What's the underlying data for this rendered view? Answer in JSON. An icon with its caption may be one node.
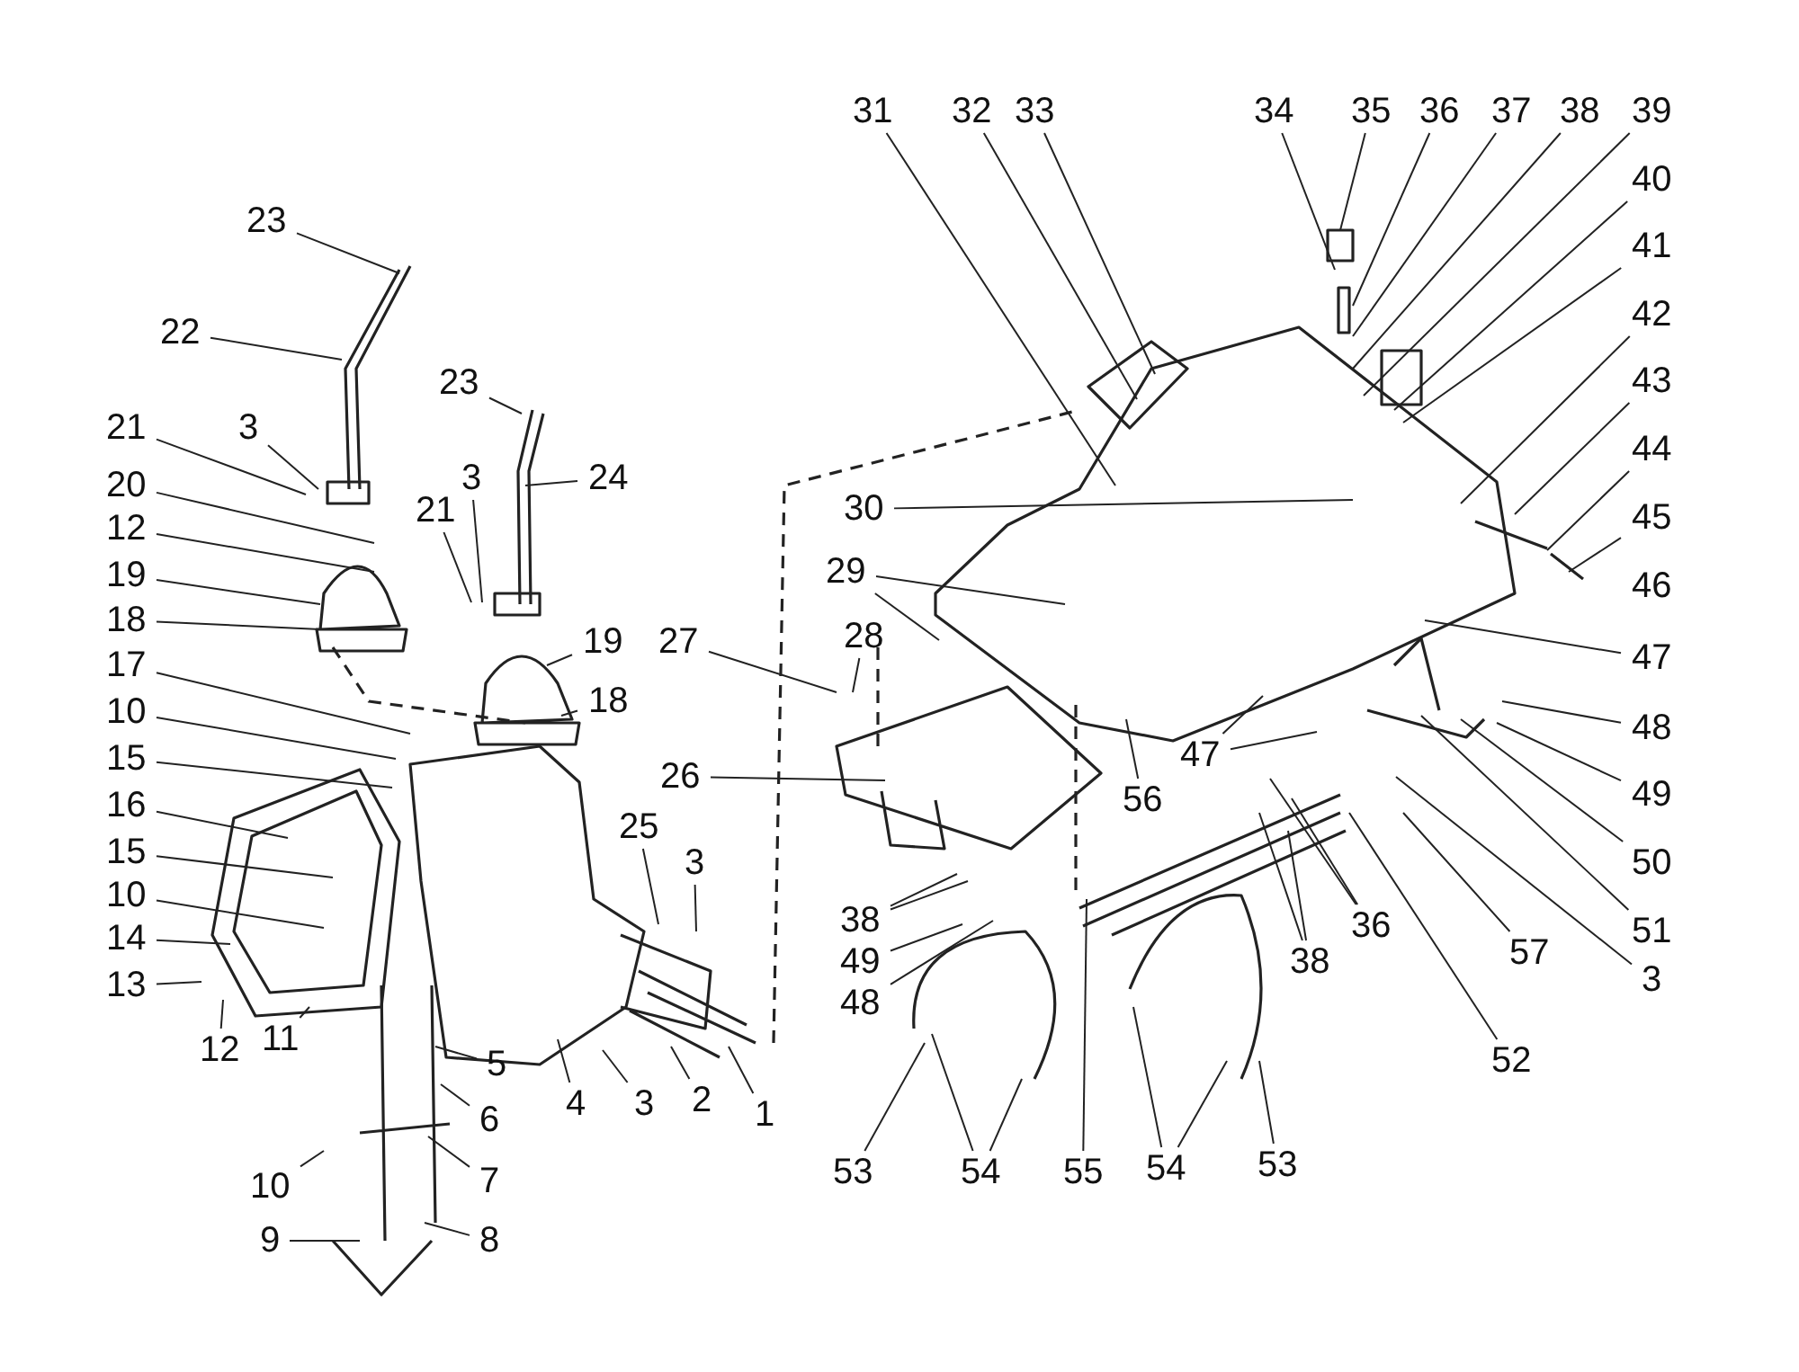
{
  "diagram": {
    "nodes": [
      {
        "text": [
          "23"
        ]
      },
      {
        "text": [
          "22"
        ]
      },
      {
        "text": [
          "3"
        ]
      },
      {
        "text": [
          "21"
        ]
      },
      {
        "text": [
          "20"
        ]
      },
      {
        "text": [
          "12"
        ]
      },
      {
        "text": [
          "19"
        ]
      },
      {
        "text": [
          "18"
        ]
      },
      {
        "text": [
          "17"
        ]
      },
      {
        "text": [
          "10"
        ]
      },
      {
        "text": [
          "15"
        ]
      },
      {
        "text": [
          "16"
        ]
      },
      {
        "text": [
          "15"
        ]
      },
      {
        "text": [
          "10"
        ]
      },
      {
        "text": [
          "14"
        ]
      },
      {
        "text": [
          "13"
        ]
      },
      {
        "text": [
          "12"
        ]
      },
      {
        "text": [
          "11"
        ]
      },
      {
        "text": [
          "23"
        ]
      },
      {
        "text": [
          "24"
        ]
      },
      {
        "text": [
          "3"
        ]
      },
      {
        "text": [
          "21"
        ]
      },
      {
        "text": [
          "19"
        ]
      },
      {
        "text": [
          "18"
        ]
      },
      {
        "text": [
          "27"
        ]
      },
      {
        "text": [
          "29"
        ]
      },
      {
        "text": [
          "28"
        ]
      },
      {
        "text": [
          "26"
        ]
      },
      {
        "text": [
          "25"
        ]
      },
      {
        "text": [
          "3"
        ]
      },
      {
        "text": [
          "4"
        ]
      },
      {
        "text": [
          "3"
        ]
      },
      {
        "text": [
          "2"
        ]
      },
      {
        "text": [
          "1"
        ]
      },
      {
        "text": [
          "5"
        ]
      },
      {
        "text": [
          "6"
        ]
      },
      {
        "text": [
          "7"
        ]
      },
      {
        "text": [
          "8"
        ]
      },
      {
        "text": [
          "10"
        ]
      },
      {
        "text": [
          "9"
        ]
      },
      {
        "text": [
          "31"
        ]
      },
      {
        "text": [
          "32"
        ]
      },
      {
        "text": [
          "33"
        ]
      },
      {
        "text": [
          "34"
        ]
      },
      {
        "text": [
          "35"
        ]
      },
      {
        "text": [
          "36"
        ]
      },
      {
        "text": [
          "37"
        ]
      },
      {
        "text": [
          "38"
        ]
      },
      {
        "text": [
          "39"
        ]
      },
      {
        "text": [
          "40"
        ]
      },
      {
        "text": [
          "41"
        ]
      },
      {
        "text": [
          "42"
        ]
      },
      {
        "text": [
          "43"
        ]
      },
      {
        "text": [
          "44"
        ]
      },
      {
        "text": [
          "45"
        ]
      },
      {
        "text": [
          "30"
        ]
      },
      {
        "text": [
          "47"
        ]
      },
      {
        "text": [
          "48"
        ]
      },
      {
        "text": [
          "49"
        ]
      },
      {
        "text": [
          "50"
        ]
      },
      {
        "text": [
          "51"
        ]
      },
      {
        "text": [
          "3"
        ]
      },
      {
        "text": [
          "57"
        ]
      },
      {
        "text": [
          "52"
        ]
      },
      {
        "text": [
          "36"
        ]
      },
      {
        "text": [
          "38"
        ]
      },
      {
        "text": [
          "47"
        ]
      },
      {
        "text": [
          "56"
        ]
      },
      {
        "text": [
          "38"
        ]
      },
      {
        "text": [
          "49"
        ]
      },
      {
        "text": [
          "48"
        ]
      },
      {
        "text": [
          "53"
        ]
      },
      {
        "text": [
          "54"
        ]
      },
      {
        "text": [
          "55"
        ]
      },
      {
        "text": [
          "54"
        ]
      },
      {
        "text": [
          "53"
        ]
      }
    ],
    "edges": [
      {
        "from": 0,
        "to": null,
        "arrow": "none"
      },
      {
        "from": 1,
        "to": null,
        "arrow": "none"
      },
      {
        "from": 2,
        "to": null,
        "arrow": "none"
      },
      {
        "from": 3,
        "to": null,
        "arrow": "none"
      },
      {
        "from": 4,
        "to": null,
        "arrow": "none"
      },
      {
        "from": 5,
        "to": null,
        "arrow": "none"
      },
      {
        "from": 6,
        "to": null,
        "arrow": "none"
      },
      {
        "from": 7,
        "to": null,
        "arrow": "none"
      },
      {
        "from": 8,
        "to": null,
        "arrow": "none"
      },
      {
        "from": 9,
        "to": null,
        "arrow": "none"
      },
      {
        "from": 10,
        "to": null,
        "arrow": "none"
      },
      {
        "from": 11,
        "to": null,
        "arrow": "none"
      },
      {
        "from": 12,
        "to": null,
        "arrow": "none"
      },
      {
        "from": 13,
        "to": null,
        "arrow": "none"
      },
      {
        "from": 14,
        "to": null,
        "arrow": "none"
      },
      {
        "from": 15,
        "to": null,
        "arrow": "none"
      },
      {
        "from": 16,
        "to": null,
        "arrow": "none"
      },
      {
        "from": 17,
        "to": null,
        "arrow": "none"
      },
      {
        "from": 18,
        "to": null,
        "arrow": "none"
      },
      {
        "from": 19,
        "to": null,
        "arrow": "none"
      },
      {
        "from": 20,
        "to": null,
        "arrow": "none"
      },
      {
        "from": 21,
        "to": null,
        "arrow": "none"
      },
      {
        "from": 22,
        "to": null,
        "arrow": "none"
      },
      {
        "from": 23,
        "to": null,
        "arrow": "none"
      },
      {
        "from": 24,
        "to": null,
        "arrow": "none"
      },
      {
        "from": 25,
        "to": null,
        "arrow": "none"
      },
      {
        "from": 25,
        "to": null,
        "arrow": "none"
      },
      {
        "from": 26,
        "to": null,
        "arrow": "none"
      },
      {
        "from": 27,
        "to": null,
        "arrow": "none"
      },
      {
        "from": 28,
        "to": null,
        "arrow": "none"
      },
      {
        "from": 29,
        "to": null,
        "arrow": "none"
      },
      {
        "from": 30,
        "to": null,
        "arrow": "none"
      },
      {
        "from": 31,
        "to": null,
        "arrow": "none"
      },
      {
        "from": 32,
        "to": null,
        "arrow": "none"
      },
      {
        "from": 33,
        "to": null,
        "arrow": "none"
      },
      {
        "from": 34,
        "to": null,
        "arrow": "none"
      },
      {
        "from": 35,
        "to": null,
        "arrow": "none"
      },
      {
        "from": 36,
        "to": null,
        "arrow": "none"
      },
      {
        "from": 37,
        "to": null,
        "arrow": "none"
      },
      {
        "from": 38,
        "to": null,
        "arrow": "none"
      },
      {
        "from": 39,
        "to": null,
        "arrow": "none"
      },
      {
        "from": 40,
        "to": null,
        "arrow": "none"
      },
      {
        "from": 41,
        "to": null,
        "arrow": "none"
      },
      {
        "from": 42,
        "to": null,
        "arrow": "none"
      },
      {
        "from": 43,
        "to": null,
        "arrow": "none"
      },
      {
        "from": 44,
        "to": null,
        "arrow": "none"
      },
      {
        "from": 45,
        "to": null,
        "arrow": "none"
      },
      {
        "from": 46,
        "to": null,
        "arrow": "none"
      },
      {
        "from": 47,
        "to": null,
        "arrow": "none"
      },
      {
        "from": 48,
        "to": null,
        "arrow": "none"
      },
      {
        "from": 49,
        "to": null,
        "arrow": "none"
      },
      {
        "from": 50,
        "to": null,
        "arrow": "none"
      },
      {
        "from": 51,
        "to": null,
        "arrow": "none"
      },
      {
        "from": 52,
        "to": null,
        "arrow": "none"
      },
      {
        "from": 53,
        "to": null,
        "arrow": "none"
      },
      {
        "from": 54,
        "to": null,
        "arrow": "none"
      },
      {
        "from": 55,
        "to": null,
        "arrow": "none"
      },
      {
        "from": 56,
        "to": null,
        "arrow": "none"
      },
      {
        "from": 57,
        "to": null,
        "arrow": "none"
      },
      {
        "from": 58,
        "to": null,
        "arrow": "none"
      },
      {
        "from": 59,
        "to": null,
        "arrow": "none"
      },
      {
        "from": 60,
        "to": null,
        "arrow": "none"
      },
      {
        "from": 61,
        "to": null,
        "arrow": "none"
      },
      {
        "from": 62,
        "to": null,
        "arrow": "none"
      },
      {
        "from": 63,
        "to": null,
        "arrow": "none"
      },
      {
        "from": 64,
        "to": null,
        "arrow": "none"
      },
      {
        "from": 64,
        "to": null,
        "arrow": "none"
      },
      {
        "from": 65,
        "to": null,
        "arrow": "none"
      },
      {
        "from": 65,
        "to": null,
        "arrow": "none"
      },
      {
        "from": 66,
        "to": null,
        "arrow": "none"
      },
      {
        "from": 66,
        "to": null,
        "arrow": "none"
      },
      {
        "from": 67,
        "to": null,
        "arrow": "none"
      },
      {
        "from": 68,
        "to": null,
        "arrow": "none"
      },
      {
        "from": 68,
        "to": null,
        "arrow": "none"
      },
      {
        "from": 69,
        "to": null,
        "arrow": "none"
      },
      {
        "from": 70,
        "to": null,
        "arrow": "none"
      },
      {
        "from": 71,
        "to": null,
        "arrow": "none"
      },
      {
        "from": 72,
        "to": null,
        "arrow": "none"
      },
      {
        "from": 72,
        "to": null,
        "arrow": "none"
      },
      {
        "from": 73,
        "to": null,
        "arrow": "none"
      },
      {
        "from": 74,
        "to": null,
        "arrow": "none"
      },
      {
        "from": 74,
        "to": null,
        "arrow": "none"
      },
      {
        "from": 75,
        "to": null,
        "arrow": "none"
      }
    ],
    "labels": [
      "46"
    ]
  }
}
